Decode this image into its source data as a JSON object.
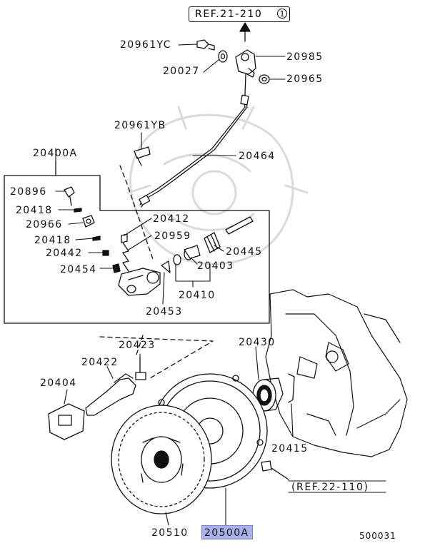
{
  "diagram": {
    "ref_top": {
      "text": "REF.21-210",
      "badge": "1"
    },
    "ref_side": {
      "text": "(REF.22-110)"
    },
    "diagram_code": "500031",
    "assembly_label": "20400A",
    "labels": {
      "p20961YC": "20961YC",
      "p20985": "20985",
      "p20027": "20027",
      "p20965": "20965",
      "p20961YB": "20961YB",
      "p20464": "20464",
      "p20896": "20896",
      "p20418a": "20418",
      "p20966": "20966",
      "p20418b": "20418",
      "p20442": "20442",
      "p20454": "20454",
      "p20412": "20412",
      "p20959": "20959",
      "p20445": "20445",
      "p20403": "20403",
      "p20410": "20410",
      "p20453": "20453",
      "p20423": "20423",
      "p20422": "20422",
      "p20430": "20430",
      "p20404": "20404",
      "p20415": "20415",
      "p20510": "20510",
      "p20500A": "20500A"
    },
    "highlight_color": "#a9b0ea"
  }
}
